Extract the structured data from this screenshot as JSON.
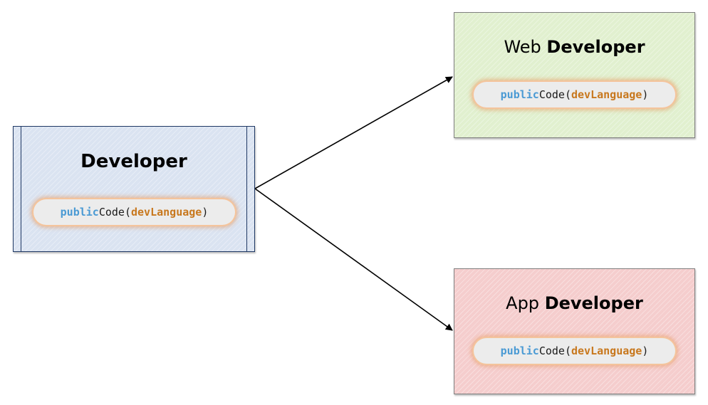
{
  "developer": {
    "title": "Developer",
    "method": {
      "keyword": "public",
      "name": "Code(",
      "param": "devLanguage",
      "close": ")"
    }
  },
  "web_developer": {
    "title_prefix": "Web",
    "title_bold": "Developer",
    "method": {
      "keyword": "public",
      "name": "Code(",
      "param": "devLanguage",
      "close": ")"
    }
  },
  "app_developer": {
    "title_prefix": "App",
    "title_bold": "Developer",
    "method": {
      "keyword": "public",
      "name": "Code(",
      "param": "devLanguage",
      "close": ")"
    }
  },
  "colors": {
    "developer_fill": "#dae3f1",
    "web_fill": "#e1f0cf",
    "app_fill": "#f5cdcd",
    "keyword": "#4a9ad4",
    "param": "#c8781e"
  }
}
